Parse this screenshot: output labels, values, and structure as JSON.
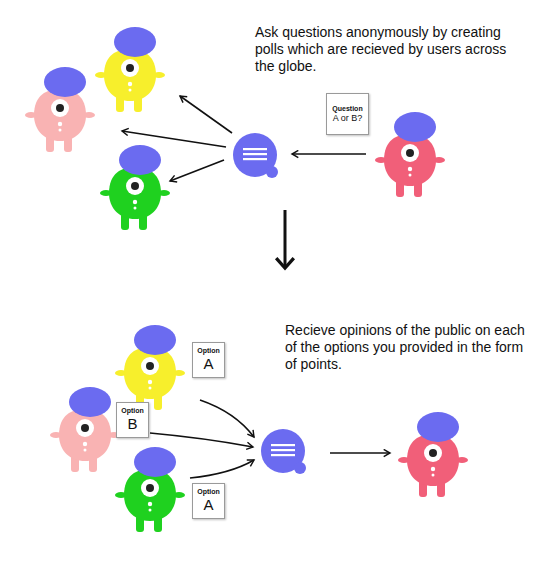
{
  "diagram": {
    "nodes": [
      {
        "text": [
          "Question",
          "A or B?"
        ]
      },
      {
        "text": [
          "Option",
          "A"
        ]
      },
      {
        "text": [
          "Option",
          "B"
        ]
      },
      {
        "text": [
          "Option",
          "A"
        ]
      }
    ],
    "labels": [
      "Ask questions anonymously by creating polls which are recieved by users across the globe.",
      "Recieve opinions of the public on each of the options you provided in the form of points."
    ]
  }
}
